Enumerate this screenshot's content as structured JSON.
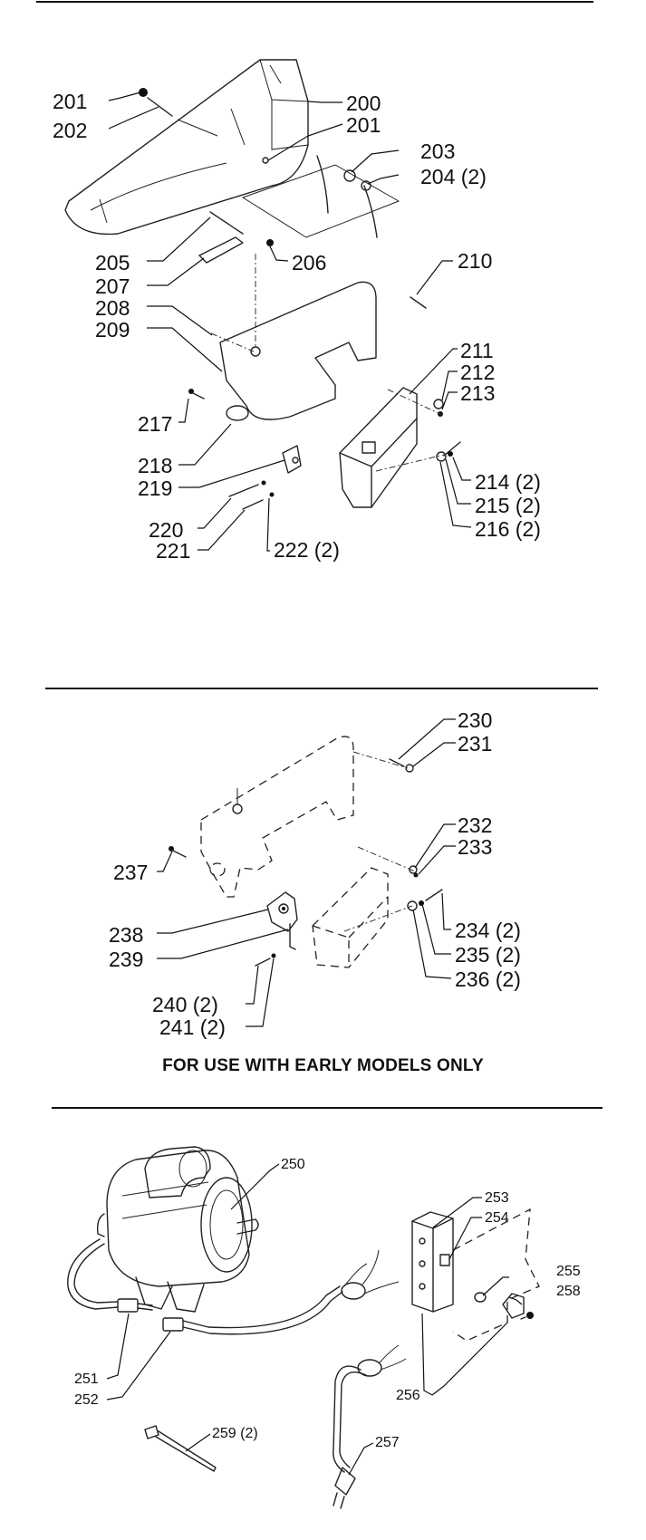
{
  "figure_1": {
    "labels": [
      "201",
      "202",
      "200",
      "201",
      "203",
      "204 (2)",
      "205",
      "206",
      "207",
      "210",
      "208",
      "209",
      "211",
      "212",
      "213",
      "217",
      "218",
      "219",
      "214 (2)",
      "215 (2)",
      "216 (2)",
      "220",
      "221",
      "222 (2)"
    ]
  },
  "figure_2": {
    "labels": [
      "230",
      "231",
      "232",
      "233",
      "237",
      "238",
      "239",
      "234 (2)",
      "235 (2)",
      "236 (2)",
      "240 (2)",
      "241 (2)"
    ],
    "note": "FOR USE WITH EARLY MODELS ONLY"
  },
  "figure_3": {
    "labels": [
      "250",
      "253",
      "254",
      "255",
      "258",
      "251",
      "252",
      "256",
      "259 (2)",
      "257"
    ]
  }
}
